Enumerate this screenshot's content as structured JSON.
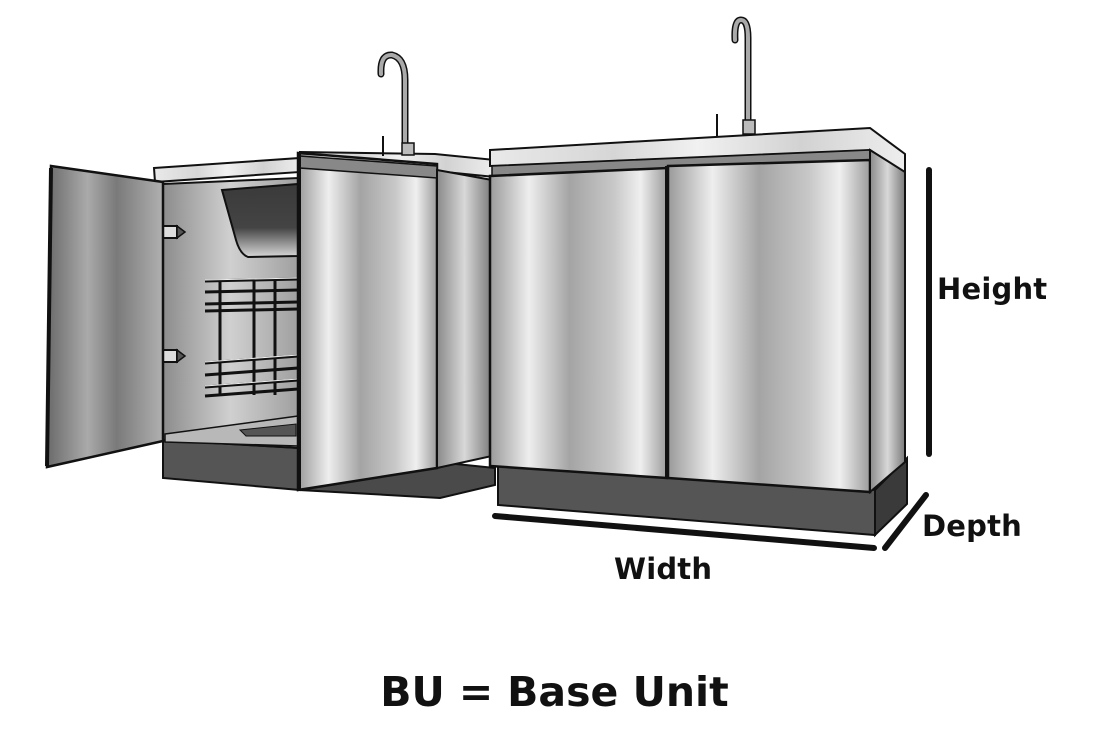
{
  "diagram": {
    "subject": "Stainless steel kitchen base cabinets with sink faucets",
    "cabinets": [
      {
        "name": "left-cabinet",
        "state": "left door open, showing interior wire basket rack and sink bowl",
        "doors": 2
      },
      {
        "name": "right-cabinet",
        "state": "both doors closed",
        "doors": 2
      }
    ],
    "dimensions": {
      "height_label": "Height",
      "width_label": "Width",
      "depth_label": "Depth"
    },
    "caption": {
      "abbreviation": "BU",
      "equals": "=",
      "meaning": "Base Unit"
    },
    "colors": {
      "background": "#ffffff",
      "text": "#111111",
      "steel_light": "#ececec",
      "steel_mid": "#a8a8a8",
      "steel_dark": "#6e6e6e",
      "plinth": "#555555",
      "countertop": "#e4e4e4",
      "outline": "#111111"
    }
  }
}
